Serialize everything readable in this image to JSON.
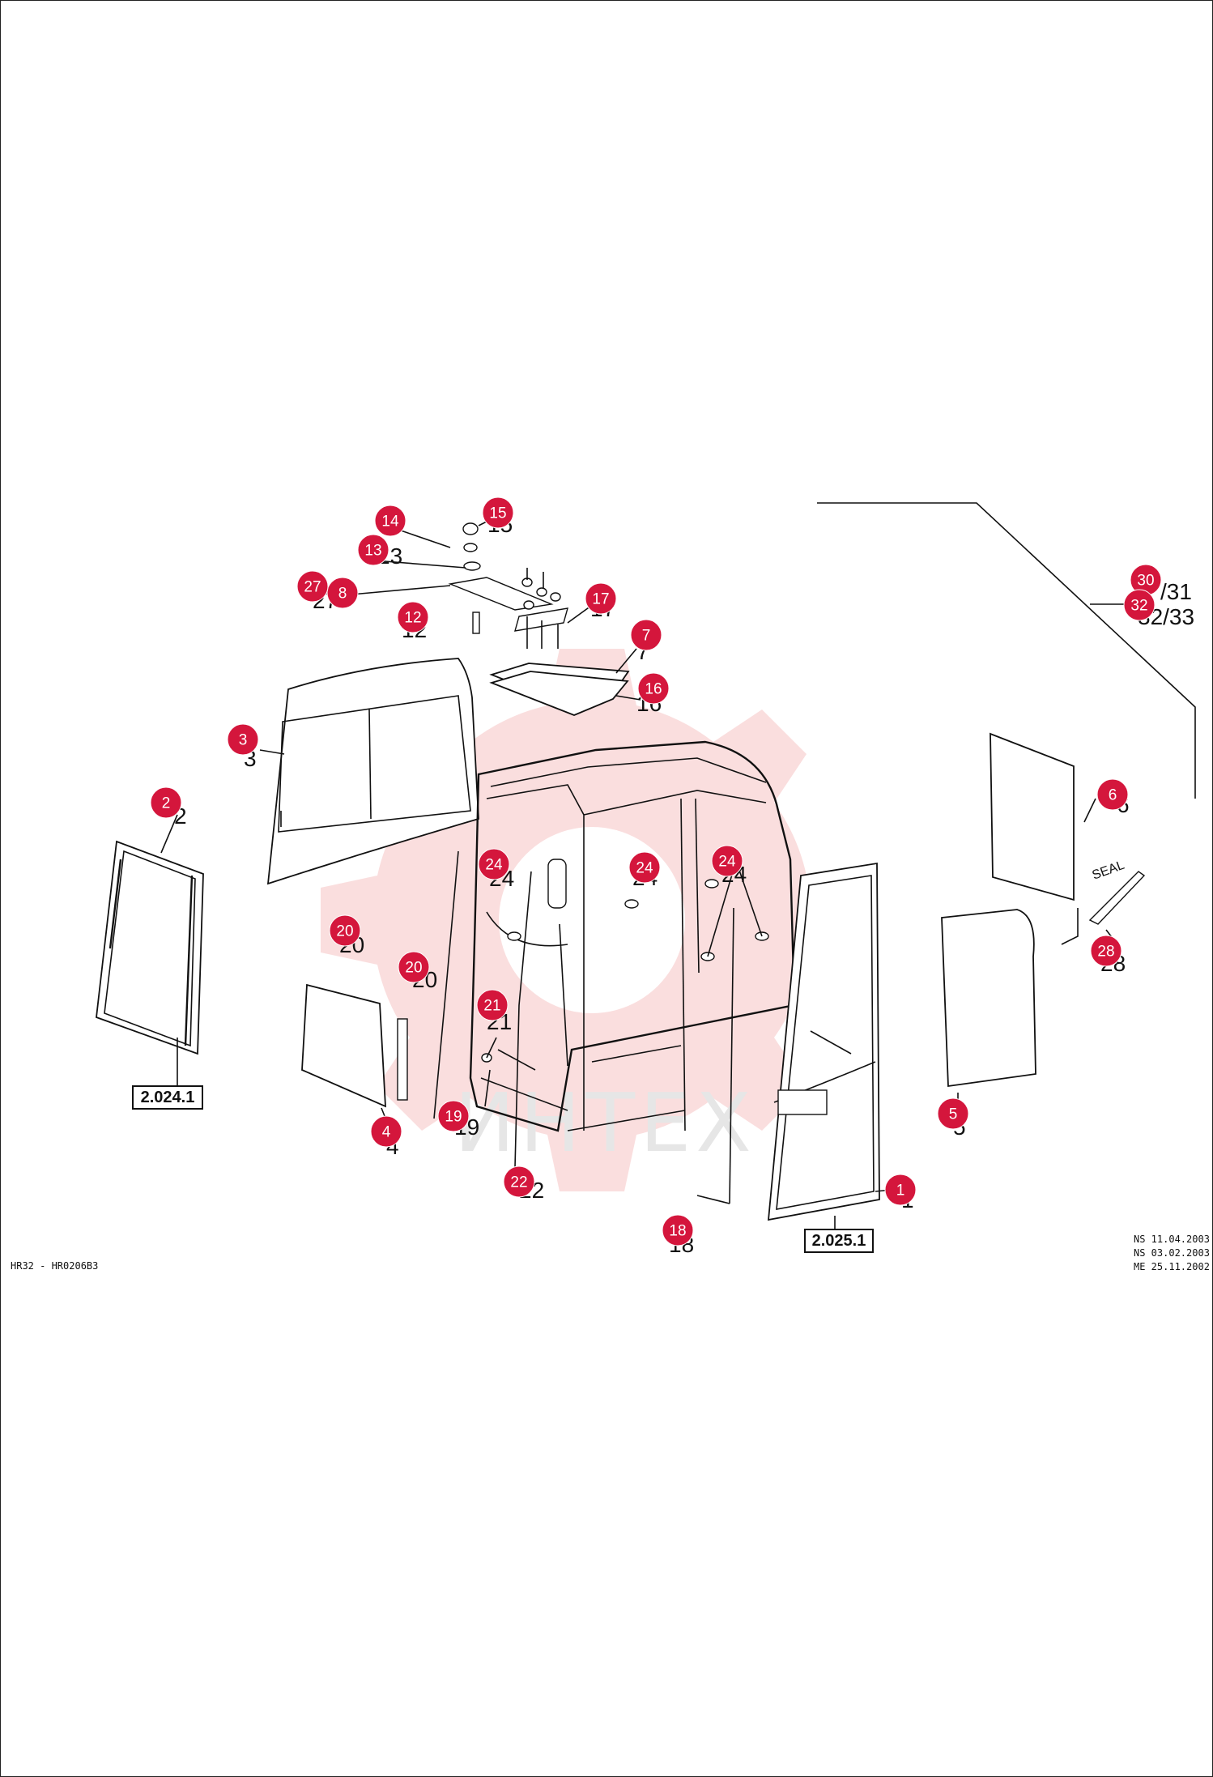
{
  "drawing_code": "HR32 - HR0206B3",
  "revisions": [
    "NS 11.04.2003",
    "NS 03.02.2003",
    "ME 25.11.2002"
  ],
  "watermark_text": "ИНТЕХ",
  "seal_label": "SEAL",
  "ref_boxes": [
    "2.024.1",
    "2.025.1"
  ],
  "slash_labels": [
    "/31",
    "32/33"
  ],
  "callouts": [
    {
      "id": "1",
      "text": "1"
    },
    {
      "id": "2",
      "text": "2"
    },
    {
      "id": "3",
      "text": "3"
    },
    {
      "id": "4",
      "text": "4"
    },
    {
      "id": "5",
      "text": "5"
    },
    {
      "id": "6",
      "text": "6"
    },
    {
      "id": "7",
      "text": "7"
    },
    {
      "id": "8",
      "text": "8"
    },
    {
      "id": "12",
      "text": "12"
    },
    {
      "id": "13",
      "text": "13"
    },
    {
      "id": "14",
      "text": "14"
    },
    {
      "id": "15",
      "text": "15"
    },
    {
      "id": "16",
      "text": "16"
    },
    {
      "id": "17",
      "text": "17"
    },
    {
      "id": "18",
      "text": "18"
    },
    {
      "id": "19",
      "text": "19"
    },
    {
      "id": "20a",
      "text": "20"
    },
    {
      "id": "20b",
      "text": "20"
    },
    {
      "id": "21",
      "text": "21"
    },
    {
      "id": "22",
      "text": "22"
    },
    {
      "id": "24a",
      "text": "24"
    },
    {
      "id": "24b",
      "text": "24"
    },
    {
      "id": "24c",
      "text": "24"
    },
    {
      "id": "27",
      "text": "27"
    },
    {
      "id": "28",
      "text": "28"
    },
    {
      "id": "30",
      "text": "30"
    },
    {
      "id": "32",
      "text": "32"
    }
  ],
  "colors": {
    "badge": "#d4163c",
    "line": "#111111",
    "watermark": "#f5b5b5"
  }
}
